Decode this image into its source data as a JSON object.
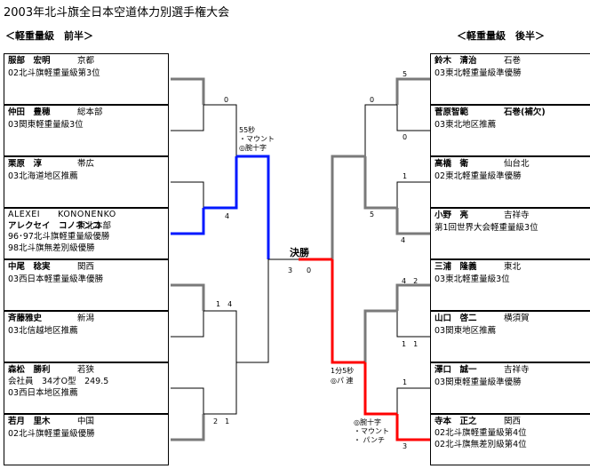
{
  "title": "2003年北斗旗全日本空道体力別選手権大会",
  "left_header": "＜軽重量級　前半＞",
  "right_header": "＜軽重量級　後半＞",
  "final_label": "決勝",
  "left_players": [
    {
      "name": "服部　宏明",
      "affil": "京都",
      "details": [
        "02北斗旗軽重量級第3位"
      ]
    },
    {
      "name": "仲田　豊穂",
      "affil": "総本部",
      "details": [
        "03関東軽重量級3位"
      ]
    },
    {
      "name": "栗原　淳",
      "affil": "帯広",
      "details": [
        "03北海道地区推薦"
      ]
    },
    {
      "name": "ALEXEI　　KONONENKO",
      "name2": "アレクセイ　コノネンコ",
      "affil": "東北本部",
      "details": [
        "96･97北斗旗軽重量級優勝",
        "98北斗旗無差別級優勝"
      ]
    },
    {
      "name": "中尾　稔実",
      "affil": "関西",
      "details": [
        "03西日本軽重量級準優勝"
      ]
    },
    {
      "name": "斉藤雅史",
      "affil": "新潟",
      "details": [
        "03北信越地区推薦"
      ]
    },
    {
      "name": "森松　勝利",
      "affil": "若狭",
      "details": [
        "会社員　34才O型　249.5",
        "03西日本地区推薦"
      ]
    },
    {
      "name": "若月　里木",
      "affil": "中国",
      "details": [
        "02北斗旗軽重量級優勝"
      ]
    }
  ],
  "right_players": [
    {
      "name": "鈴木　清治",
      "affil": "石巻",
      "details": [
        "03東北軽重量級準優勝"
      ]
    },
    {
      "name": "菅原智範",
      "affil": "石巻(補欠)",
      "details": [
        "03東北地区推薦"
      ]
    },
    {
      "name": "高橋　衛",
      "affil": "仙台北",
      "details": [
        "02東北軽重量級準優勝"
      ]
    },
    {
      "name": "小野　亮",
      "affil": "吉祥寺",
      "details": [
        "第1回世界大会軽重量級3位"
      ]
    },
    {
      "name": "三浦　隆義",
      "affil": "東北",
      "details": [
        "03東北軽重量級3位"
      ]
    },
    {
      "name": "山口　啓二",
      "affil": "横須賀",
      "details": [
        "03関東地区推薦"
      ]
    },
    {
      "name": "澤口　誠一",
      "affil": "吉祥寺",
      "details": [
        "03関東軽重量級準優勝"
      ]
    },
    {
      "name": "寺本　正之",
      "affil": "関西",
      "details": [
        "02北斗旗軽重量級第4位",
        "02北斗旗無差別級第4位"
      ]
    }
  ],
  "scores": {
    "l_r1_m1_top": "0",
    "l_r1_m2_top": "1　4",
    "l_r1_m2_bot": "2　1",
    "l_r2_top": "4",
    "l_final": "3",
    "r_final": "0",
    "r_r1_m1_top": "5",
    "r_r1_m1_bot": "0",
    "r_r1_m2_top": "1",
    "r_r1_m3_top": "4　2",
    "r_r1_m3_bot": "1　1",
    "r_r1_m4_top": "1",
    "r_r1_m4_bot": "3",
    "r_r2_top": "0",
    "r_r2_top_b": "0",
    "r_r2_mid": "5",
    "r_r2_mid_b": "4"
  },
  "notes": {
    "left_semi": [
      "55秒",
      "・マウント",
      "◎腕十字"
    ],
    "right_semi": [
      "1分5秒",
      "◎パ 連"
    ],
    "right_r1": [
      "◎腕十字",
      "・マウント",
      "・ パンチ"
    ]
  },
  "colors": {
    "blue": "#0019ff",
    "red": "#ff0000",
    "gray": "#7a7a7a",
    "line": "#000000"
  }
}
